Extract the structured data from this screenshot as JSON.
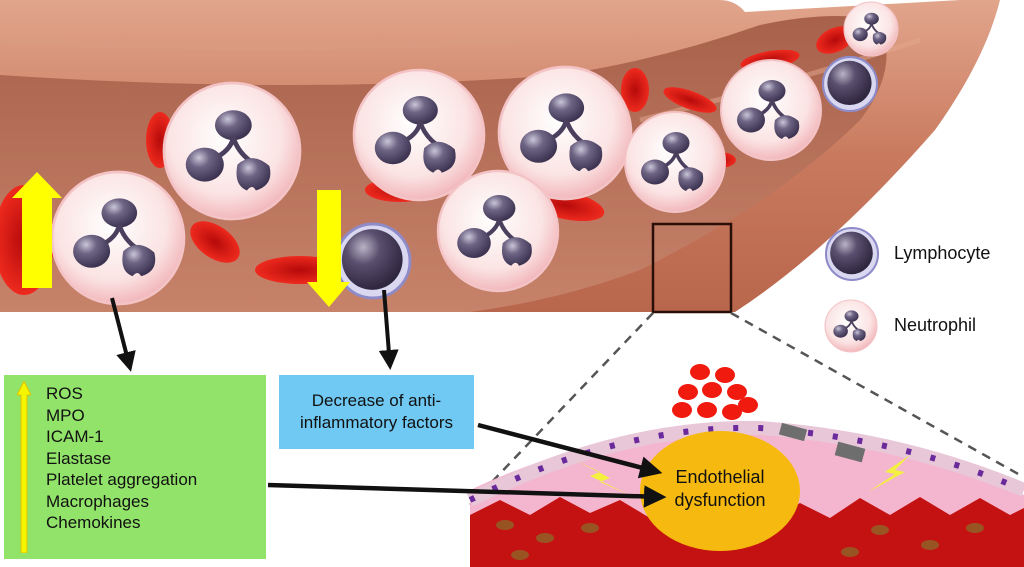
{
  "legend": {
    "lymphocyte": "Lymphocyte",
    "neutrophil": "Neutrophil"
  },
  "increase_box": {
    "direction": "increase",
    "items": [
      "ROS",
      "MPO",
      "ICAM-1",
      "Elastase",
      "Platelet aggregation",
      "Macrophages",
      "Chemokines"
    ]
  },
  "decrease_box": {
    "direction": "decrease",
    "line1": "Decrease of anti-",
    "line2": "inflammatory factors"
  },
  "outcome": {
    "line1": "Endothelial",
    "line2": "dysfunction"
  },
  "colors": {
    "increase_box": "#92e36a",
    "decrease_box": "#6fc9f2",
    "outcome": "#f6b90f",
    "arrow_yellow": "#ffff00",
    "vessel": "#c97a5e",
    "rbc": "#e01010"
  }
}
